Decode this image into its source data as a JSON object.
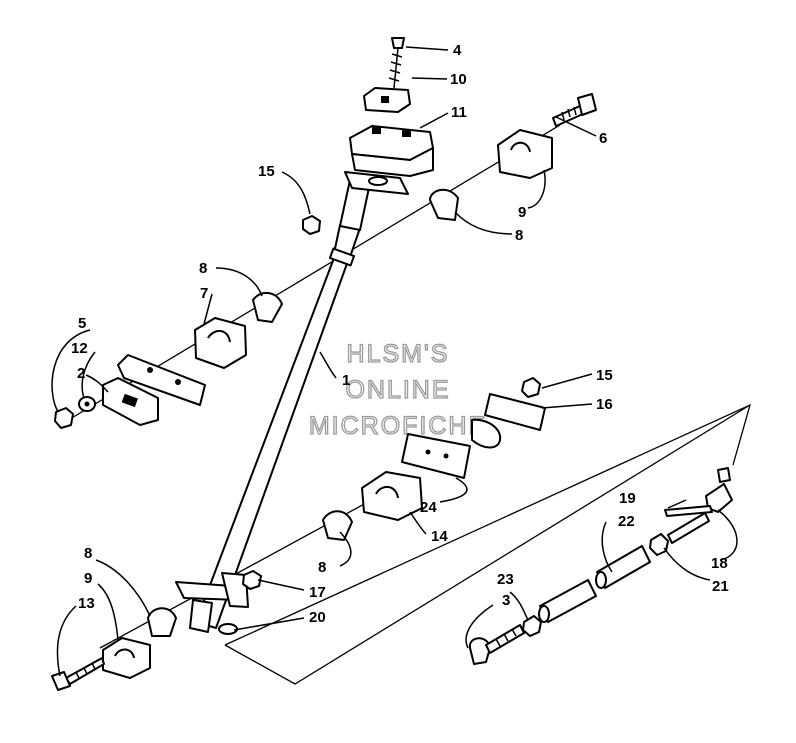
{
  "watermark": {
    "line1": "HLSM'S",
    "line2": "ONLINE",
    "line3": "MICROFICHE"
  },
  "labels": {
    "p1": "1",
    "p2": "2",
    "p3": "3",
    "p4": "4",
    "p5": "5",
    "p6": "6",
    "p7": "7",
    "p8a": "8",
    "p8b": "8",
    "p8c": "8",
    "p8d": "8",
    "p9a": "9",
    "p9b": "9",
    "p10": "10",
    "p11": "11",
    "p12": "12",
    "p13": "13",
    "p14": "14",
    "p15a": "15",
    "p15b": "15",
    "p16": "16",
    "p17": "17",
    "p18": "18",
    "p19": "19",
    "p20": "20",
    "p21": "21",
    "p22": "22",
    "p23": "23",
    "p24": "24"
  }
}
